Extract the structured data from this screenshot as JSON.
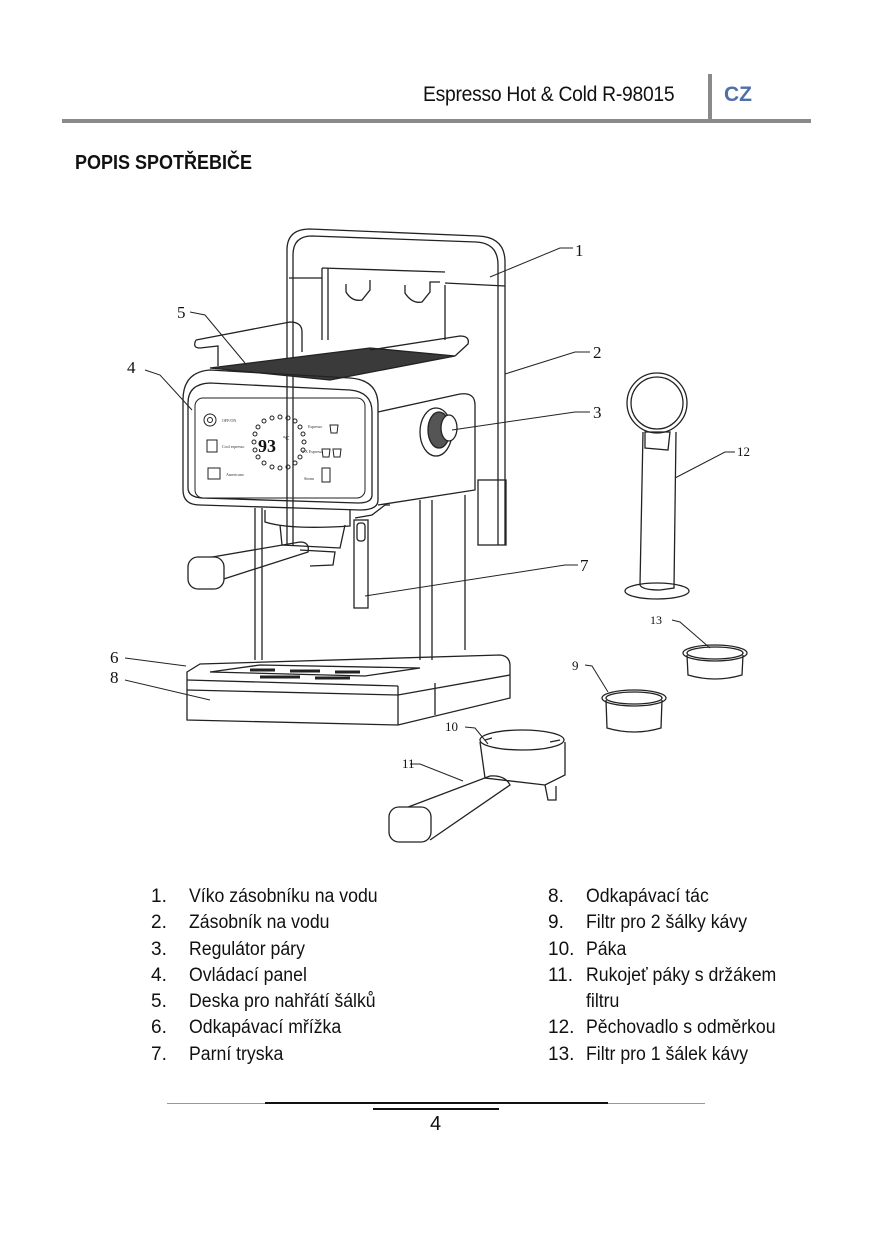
{
  "header": {
    "title": "Espresso Hot & Cold R-98015",
    "language": "CZ",
    "language_color": "#4f6fa8"
  },
  "section_title": "POPIS SPOTŘEBIČE",
  "diagram": {
    "callouts": [
      "1",
      "2",
      "3",
      "4",
      "5",
      "6",
      "7",
      "8",
      "9",
      "10",
      "11",
      "12",
      "13"
    ],
    "display": {
      "temperature": "93",
      "unit": "°C",
      "labels": {
        "power": "OFF/ON",
        "cool_espresso": "Cool espresso",
        "americano": "Americano",
        "espresso": "Espresso",
        "double_espresso": "2 X Espresso",
        "steam": "Steam"
      }
    }
  },
  "parts_left": [
    {
      "num": "1.",
      "label": "Víko zásobníku na vodu"
    },
    {
      "num": "2.",
      "label": "Zásobník na vodu"
    },
    {
      "num": "3.",
      "label": "Regulátor páry"
    },
    {
      "num": "4.",
      "label": "Ovládací panel"
    },
    {
      "num": "5.",
      "label": "Deska pro nahřátí šálků"
    },
    {
      "num": "6.",
      "label": "Odkapávací mřížka"
    },
    {
      "num": "7.",
      "label": "Parní tryska"
    }
  ],
  "parts_right": [
    {
      "num": "8.",
      "label": "Odkapávací tác"
    },
    {
      "num": "9.",
      "label": "Filtr pro 2 šálky kávy"
    },
    {
      "num": "10.",
      "label": "Páka"
    },
    {
      "num": "11.",
      "label": "Rukojeť páky s držákem"
    },
    {
      "num": "",
      "label": "filtru"
    },
    {
      "num": "12.",
      "label": "Pěchovadlo s odměrkou"
    },
    {
      "num": "13.",
      "label": "Filtr pro 1 šálek kávy"
    }
  ],
  "footer": {
    "page_number": "4"
  }
}
